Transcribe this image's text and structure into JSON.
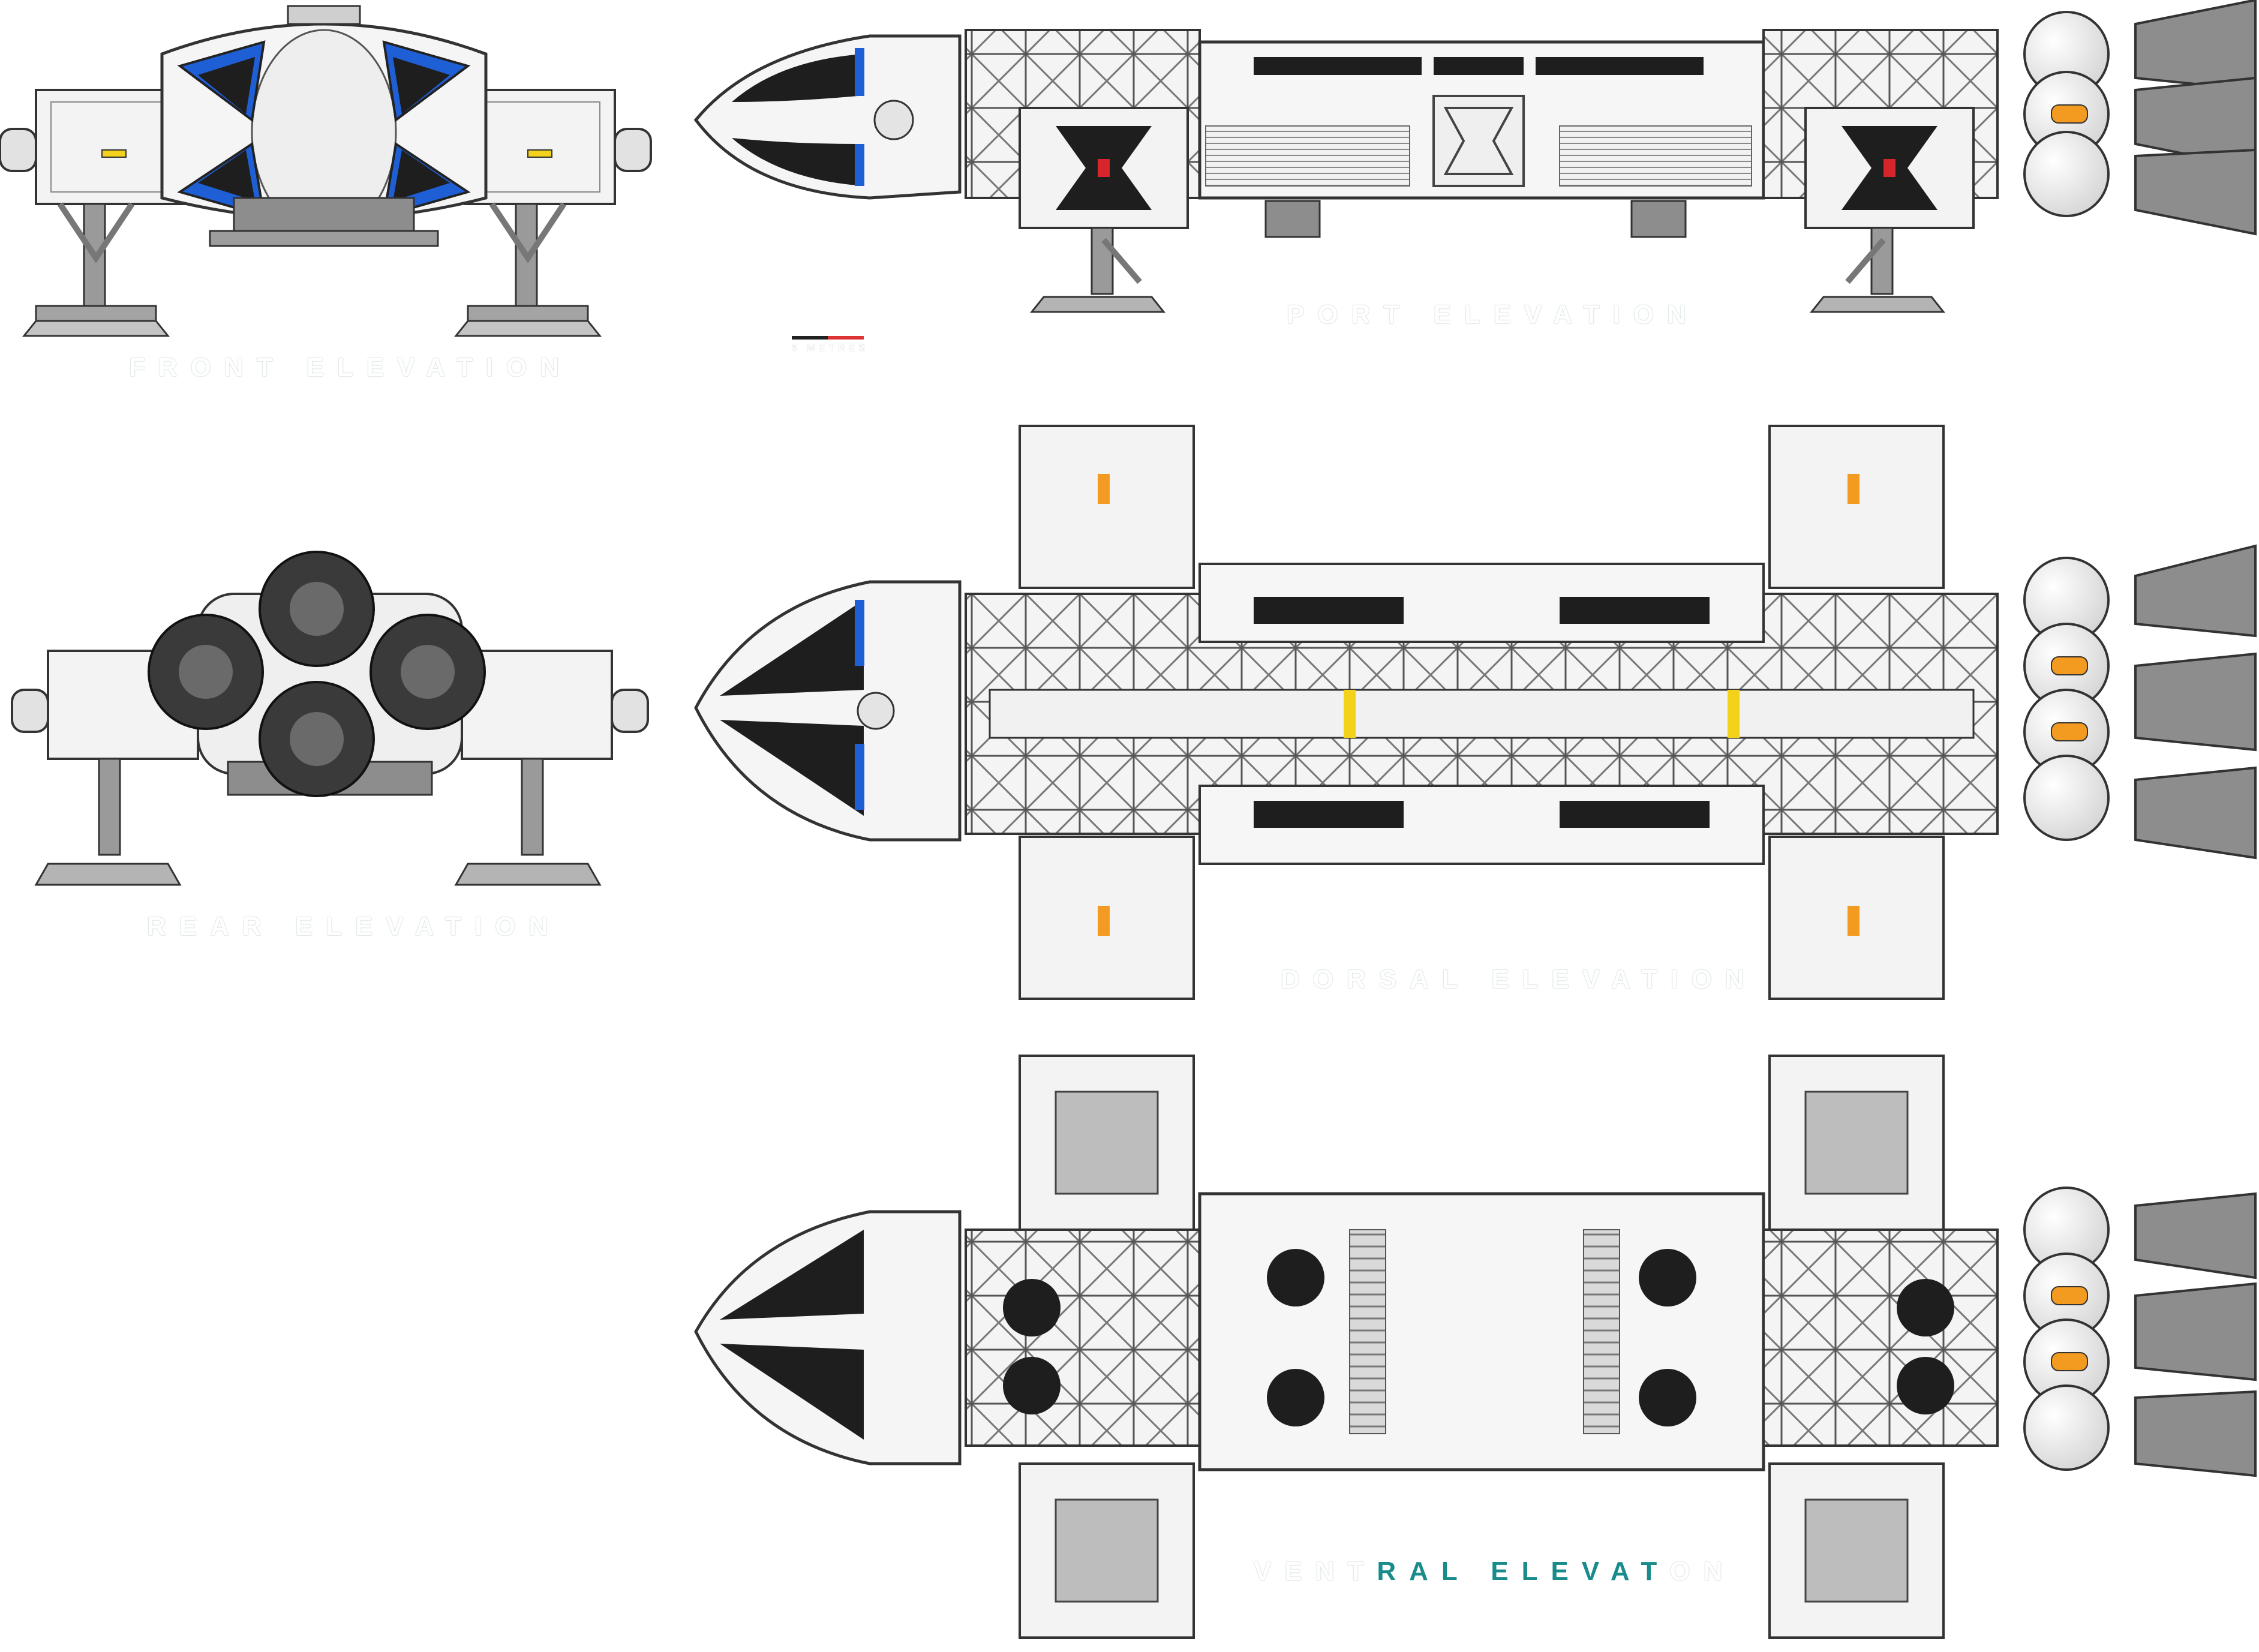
{
  "captions": {
    "front": "FRONT ELEVATION",
    "port": "PORT ELEVATION",
    "rear": "REAR ELEVATION",
    "dorsal": "DORSAL ELEVATION",
    "ventral_a": "VENT",
    "ventral_b": "RAL ELEVAT",
    "ventral_c": "ON"
  },
  "scale_label": "5 METRES",
  "colors": {
    "hull": "#f4f4f4",
    "panel": "#e4e4e4",
    "outline": "#333333",
    "window": "#1e1e1e",
    "accent_blue": "#1f5fd6",
    "accent_orange": "#f39a21",
    "accent_red": "#d6262b",
    "accent_yellow": "#f4d21c",
    "engine_grey": "#8d8d8d",
    "engine_dark": "#3a3a3a",
    "leg_grey": "#9a9a9a",
    "caption_teal": "#1a8b8b"
  }
}
